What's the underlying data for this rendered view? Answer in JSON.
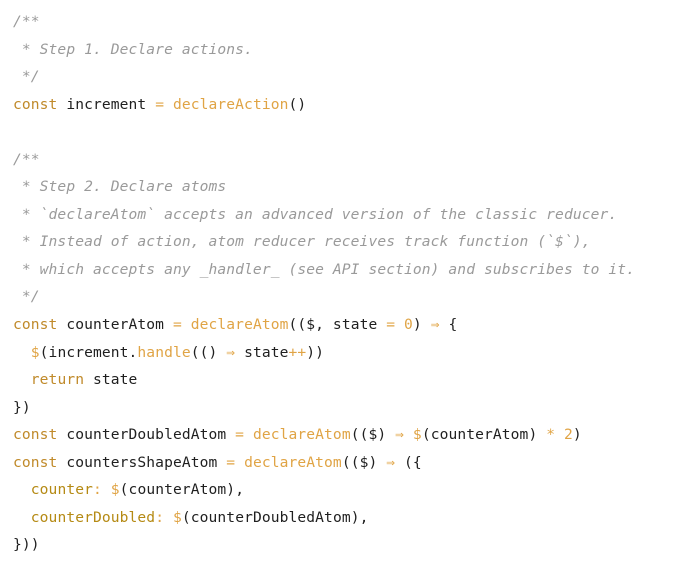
{
  "code_lines": [
    [
      {
        "t": "/**",
        "k": "c"
      }
    ],
    [
      {
        "t": " * Step 1. Declare actions.",
        "k": "c"
      }
    ],
    [
      {
        "t": " */",
        "k": "c"
      }
    ],
    [
      {
        "t": "const",
        "k": "k"
      },
      {
        "t": " increment ",
        "k": "v"
      },
      {
        "t": "=",
        "k": "o"
      },
      {
        "t": " ",
        "k": "v"
      },
      {
        "t": "declareAction",
        "k": "f"
      },
      {
        "t": "()",
        "k": "p"
      }
    ],
    [],
    [
      {
        "t": "/**",
        "k": "c"
      }
    ],
    [
      {
        "t": " * Step 2. Declare atoms",
        "k": "c"
      }
    ],
    [
      {
        "t": " * `declareAtom` accepts an advanced version of the classic reducer.",
        "k": "c"
      }
    ],
    [
      {
        "t": " * Instead of action, atom reducer receives track function (`$`),",
        "k": "c"
      }
    ],
    [
      {
        "t": " * which accepts any _handler_ (see API section) and subscribes to it.",
        "k": "c"
      }
    ],
    [
      {
        "t": " */",
        "k": "c"
      }
    ],
    [
      {
        "t": "const",
        "k": "k"
      },
      {
        "t": " counterAtom ",
        "k": "v"
      },
      {
        "t": "=",
        "k": "o"
      },
      {
        "t": " ",
        "k": "v"
      },
      {
        "t": "declareAtom",
        "k": "f"
      },
      {
        "t": "(($, state ",
        "k": "p"
      },
      {
        "t": "=",
        "k": "o"
      },
      {
        "t": " ",
        "k": "v"
      },
      {
        "t": "0",
        "k": "n"
      },
      {
        "t": ") ",
        "k": "p"
      },
      {
        "t": "⇒",
        "k": "o"
      },
      {
        "t": " {",
        "k": "p"
      }
    ],
    [
      {
        "t": "  ",
        "k": "v"
      },
      {
        "t": "$",
        "k": "f"
      },
      {
        "t": "(increment.",
        "k": "p"
      },
      {
        "t": "handle",
        "k": "f"
      },
      {
        "t": "(() ",
        "k": "p"
      },
      {
        "t": "⇒",
        "k": "o"
      },
      {
        "t": " state",
        "k": "v"
      },
      {
        "t": "++",
        "k": "o"
      },
      {
        "t": "))",
        "k": "p"
      }
    ],
    [
      {
        "t": "  ",
        "k": "v"
      },
      {
        "t": "return",
        "k": "k"
      },
      {
        "t": " state",
        "k": "v"
      }
    ],
    [
      {
        "t": "})",
        "k": "p"
      }
    ],
    [
      {
        "t": "const",
        "k": "k"
      },
      {
        "t": " counterDoubledAtom ",
        "k": "v"
      },
      {
        "t": "=",
        "k": "o"
      },
      {
        "t": " ",
        "k": "v"
      },
      {
        "t": "declareAtom",
        "k": "f"
      },
      {
        "t": "(($) ",
        "k": "p"
      },
      {
        "t": "⇒",
        "k": "o"
      },
      {
        "t": " ",
        "k": "v"
      },
      {
        "t": "$",
        "k": "f"
      },
      {
        "t": "(counterAtom) ",
        "k": "p"
      },
      {
        "t": "*",
        "k": "o"
      },
      {
        "t": " ",
        "k": "v"
      },
      {
        "t": "2",
        "k": "n"
      },
      {
        "t": ")",
        "k": "p"
      }
    ],
    [
      {
        "t": "const",
        "k": "k"
      },
      {
        "t": " countersShapeAtom ",
        "k": "v"
      },
      {
        "t": "=",
        "k": "o"
      },
      {
        "t": " ",
        "k": "v"
      },
      {
        "t": "declareAtom",
        "k": "f"
      },
      {
        "t": "(($) ",
        "k": "p"
      },
      {
        "t": "⇒",
        "k": "o"
      },
      {
        "t": " ({",
        "k": "p"
      }
    ],
    [
      {
        "t": "  ",
        "k": "v"
      },
      {
        "t": "counter",
        "k": "prop"
      },
      {
        "t": ":",
        "k": "o"
      },
      {
        "t": " ",
        "k": "v"
      },
      {
        "t": "$",
        "k": "f"
      },
      {
        "t": "(counterAtom),",
        "k": "p"
      }
    ],
    [
      {
        "t": "  ",
        "k": "v"
      },
      {
        "t": "counterDoubled",
        "k": "prop"
      },
      {
        "t": ":",
        "k": "o"
      },
      {
        "t": " ",
        "k": "v"
      },
      {
        "t": "$",
        "k": "f"
      },
      {
        "t": "(counterDoubledAtom),",
        "k": "p"
      }
    ],
    [
      {
        "t": "}))",
        "k": "p"
      }
    ]
  ]
}
